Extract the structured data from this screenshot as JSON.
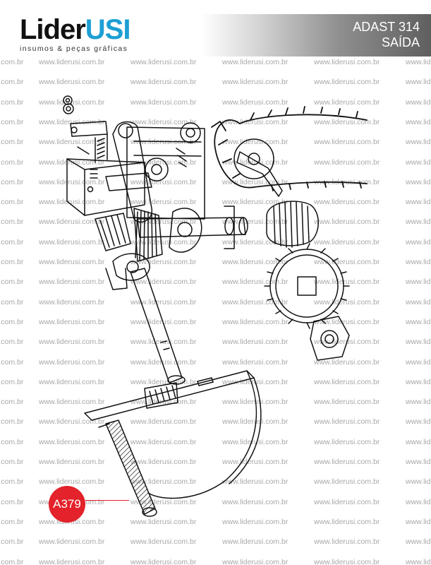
{
  "logo": {
    "main": "Lider",
    "accent": "USI",
    "tagline": "insumos & peças gráficas"
  },
  "header": {
    "machine": "ADAST 314",
    "section": "SAÍDA"
  },
  "watermark": "www.liderusi.com.br",
  "part": {
    "code": "A379"
  },
  "colors": {
    "accent_blue": "#1e9fd4",
    "badge_red": "#e3222b",
    "header_gray": "#6a6a6a",
    "watermark_gray": "#a8a8a8"
  }
}
